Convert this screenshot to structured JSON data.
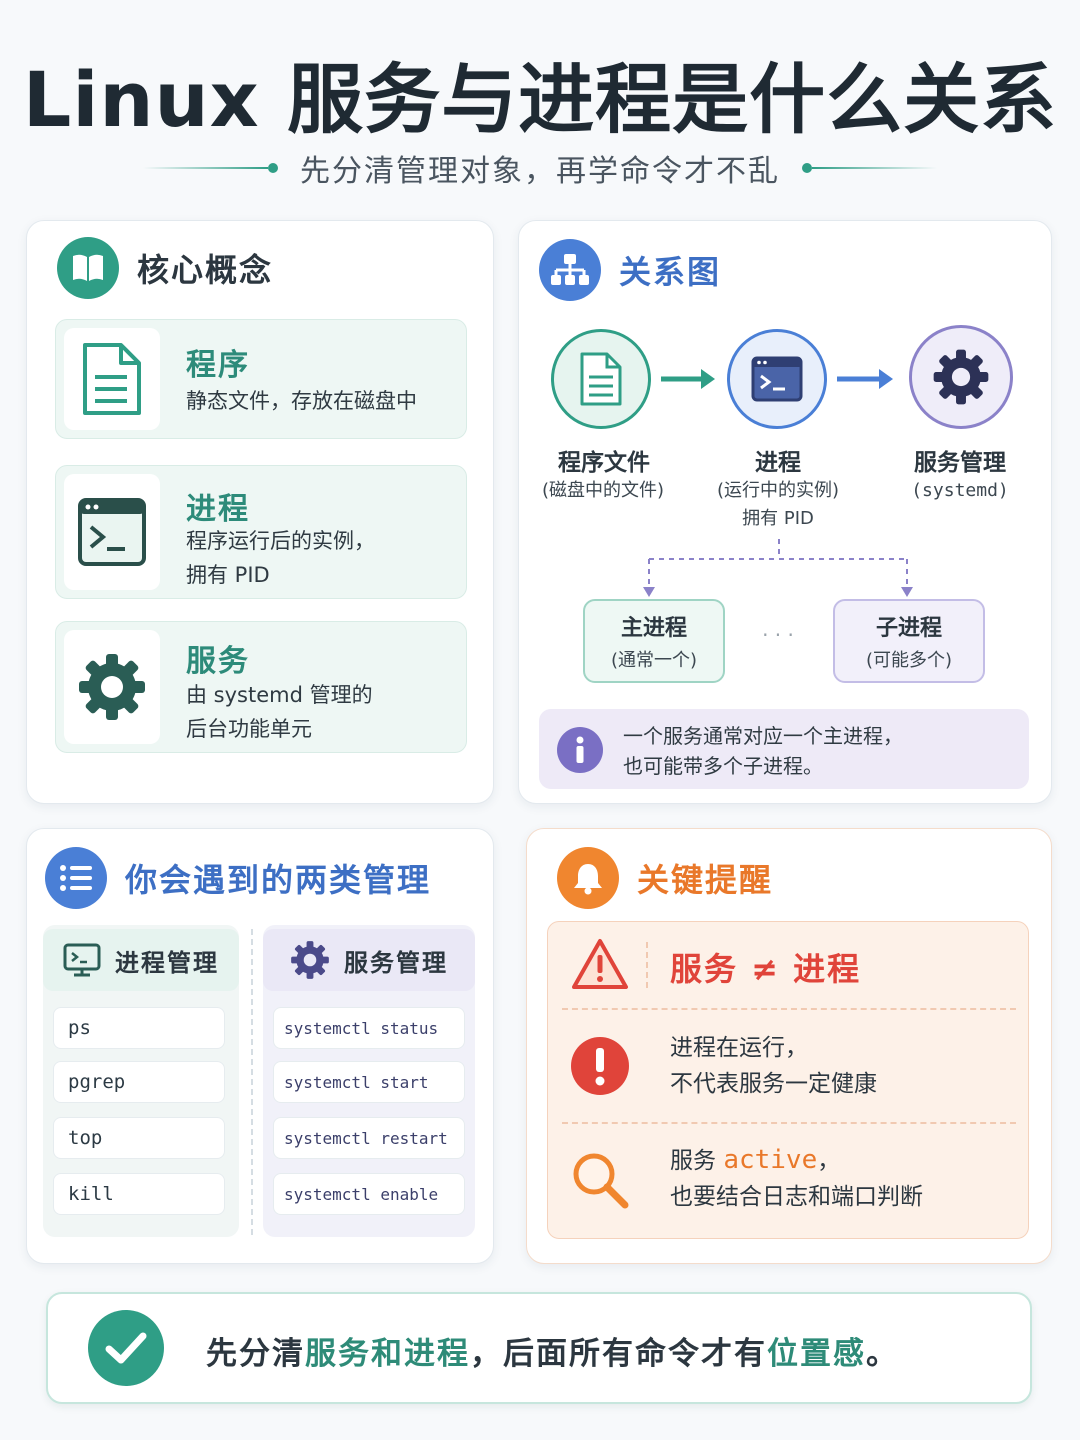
{
  "header": {
    "title": "Linux 服务与进程是什么关系",
    "subtitle": "先分清管理对象，再学命令才不乱"
  },
  "core": {
    "title": "核心概念",
    "cards": [
      {
        "name": "程序",
        "desc_line1": "静态文件，存放在磁盘中",
        "desc_line2": ""
      },
      {
        "name": "进程",
        "desc_line1": "程序运行后的实例，",
        "desc_line2": "拥有 PID"
      },
      {
        "name": "服务",
        "desc_line1": "由 systemd 管理的",
        "desc_line2": "后台功能单元"
      }
    ]
  },
  "diagram": {
    "title": "关系图",
    "nodes": [
      {
        "label": "程序文件",
        "sub1": "(磁盘中的文件)",
        "sub2": ""
      },
      {
        "label": "进程",
        "sub1": "(运行中的实例)",
        "sub2": "拥有 PID"
      },
      {
        "label": "服务管理",
        "sub1": "(systemd)",
        "sub2": ""
      }
    ],
    "main_proc": {
      "name": "主进程",
      "sub": "(通常一个)"
    },
    "ellipsis": "· · ·",
    "child_proc": {
      "name": "子进程",
      "sub": "(可能多个)"
    },
    "note_line1": "一个服务通常对应一个主进程，",
    "note_line2": "也可能带多个子进程。"
  },
  "management": {
    "title": "你会遇到的两类管理",
    "process_col": {
      "title": "进程管理",
      "commands": [
        "ps",
        "pgrep",
        "top",
        "kill"
      ]
    },
    "service_col": {
      "title": "服务管理",
      "commands": [
        "systemctl status",
        "systemctl start",
        "systemctl restart",
        "systemctl enable"
      ]
    }
  },
  "reminders": {
    "title": "关键提醒",
    "headline": "服务 ≠ 进程",
    "item1_line1": "进程在运行，",
    "item1_line2": "不代表服务一定健康",
    "item2_prefix": "服务 ",
    "item2_keyword": "active",
    "item2_suffix": "，",
    "item2_line2": "也要结合日志和端口判断"
  },
  "footer": {
    "part1": "先分清",
    "highlight1": "服务和进程",
    "part2": "，后面所有命令才有",
    "highlight2": "位置感",
    "part3": "。"
  },
  "colors": {
    "teal": "#2f9e86",
    "blue": "#4a7fd6",
    "purple": "#7a6fc4",
    "orange": "#f0862f",
    "red": "#e0443a"
  }
}
